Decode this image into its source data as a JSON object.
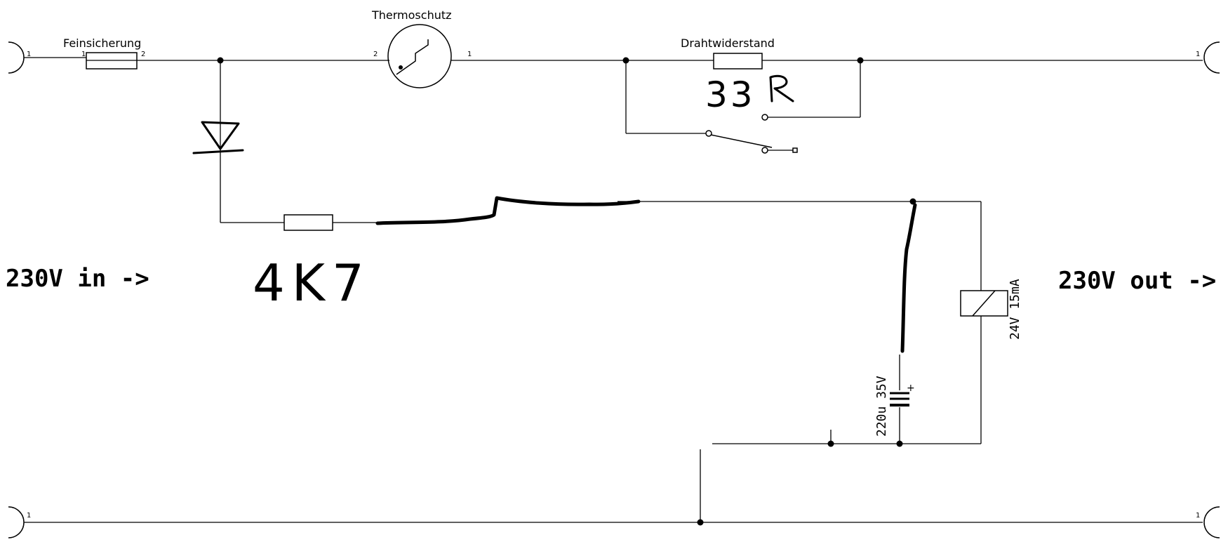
{
  "labels": {
    "fuse": "Feinsicherung",
    "thermal": "Thermoschutz",
    "wire_resistor": "Drahtwiderstand",
    "input": "230V in ->",
    "output": "230V out ->",
    "capacitor": "220u 35V",
    "relay": "24V 15mA"
  },
  "pins": {
    "one": "1",
    "two": "2"
  },
  "handwritten": {
    "resistor_33": "33",
    "resistor_4k7": "4K7"
  },
  "icons": {
    "connector": "terminal-connector-icon",
    "fuse": "fuse-icon",
    "thermal": "thermal-switch-icon",
    "diode": "diode-icon",
    "relay": "relay-coil-icon",
    "capacitor": "polarized-capacitor-icon",
    "switch": "switch-icon"
  }
}
